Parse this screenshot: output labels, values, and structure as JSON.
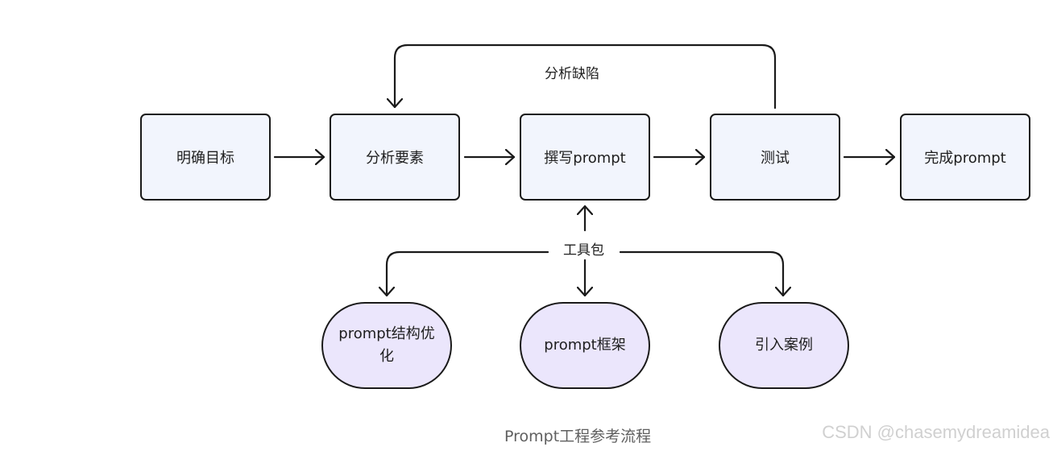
{
  "process": {
    "steps": [
      "明确目标",
      "分析要素",
      "撰写prompt",
      "测试",
      "完成prompt"
    ],
    "feedback_label": "分析缺陷"
  },
  "toolkit": {
    "label": "工具包",
    "items": [
      "prompt结构优化",
      "prompt框架",
      "引入案例"
    ]
  },
  "footer": {
    "title": "Prompt工程参考流程",
    "watermark": "CSDN @chasemydreamidea"
  }
}
